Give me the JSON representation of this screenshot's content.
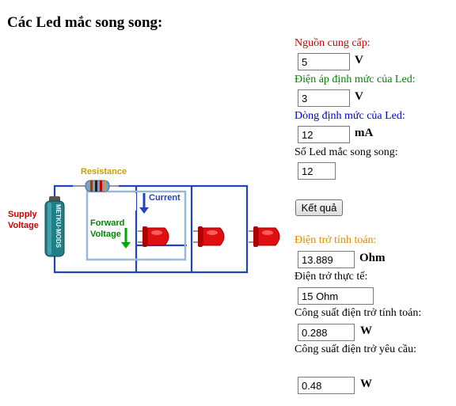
{
  "title": "Các Led mắc song song:",
  "fields": {
    "supply": {
      "label": "Nguồn cung cấp:",
      "value": "5",
      "unit": "V"
    },
    "rated_voltage": {
      "label": "Điện áp định mức của Led:",
      "value": "3",
      "unit": "V"
    },
    "rated_current": {
      "label": "Dòng định mức của Led:",
      "value": "12",
      "unit": "mA"
    },
    "led_count": {
      "label": "Số Led mắc song song:",
      "value": "12"
    }
  },
  "button": {
    "label": "Kết quả"
  },
  "results": {
    "calc_resistance": {
      "label": "Điện trở tính toán:",
      "value": "13.889",
      "unit": "Ohm"
    },
    "actual_resistance": {
      "label": "Điện trở thực tế:",
      "value": "15 Ohm"
    },
    "calc_power": {
      "label": "Công suất điện trở tính toán:",
      "value": "0.288",
      "unit": "W"
    },
    "required_power": {
      "label": "Công suất điện trở yêu cầu:",
      "value": "0.48",
      "unit": "W"
    }
  },
  "diagram": {
    "resistance_label": "Resistance",
    "supply_label_1": "Supply",
    "supply_label_2": "Voltage",
    "current_label": "Current",
    "forward_label_1": "Forward",
    "forward_label_2": "Voltage",
    "battery_text": "METKU·MODS"
  },
  "colors": {
    "label_red": "#cc0000",
    "label_green": "#008800",
    "label_blue": "#0000cc",
    "label_orange": "#e08a00",
    "wire": "#2244bb",
    "led": "#e01010"
  }
}
